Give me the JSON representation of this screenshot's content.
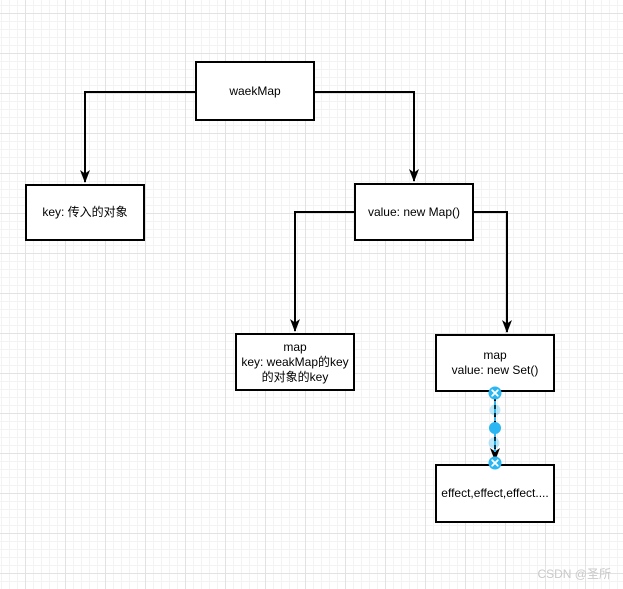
{
  "diagram": {
    "title": "weakMap structure flowchart",
    "nodes": {
      "waekmap": {
        "text": "waekMap"
      },
      "key": {
        "text": "key: 传入的对象"
      },
      "value_map": {
        "text": "value: new Map()"
      },
      "map_key": {
        "text": "map\nkey: weakMap的key\n的对象的key"
      },
      "map_value": {
        "text": "map\nvalue: new Set()"
      },
      "effects": {
        "text": "effect,effect,effect...."
      }
    },
    "edges": [
      {
        "from": "waekmap",
        "to": "key",
        "style": "solid-arrow"
      },
      {
        "from": "waekmap",
        "to": "value_map",
        "style": "solid-arrow"
      },
      {
        "from": "value_map",
        "to": "map_key",
        "style": "solid-arrow"
      },
      {
        "from": "value_map",
        "to": "map_value",
        "style": "solid-arrow"
      },
      {
        "from": "map_value",
        "to": "effects",
        "style": "selected-arrow"
      }
    ]
  },
  "watermark": {
    "text": "CSDN @圣所"
  },
  "colors": {
    "node_border": "#000000",
    "node_fill": "#ffffff",
    "edge_stroke": "#000000",
    "selection": "#29b6f2",
    "grid_minor": "#f3f3f3",
    "grid_major": "#e2e2e2",
    "watermark": "#c9c9c9",
    "text": "#000000"
  }
}
